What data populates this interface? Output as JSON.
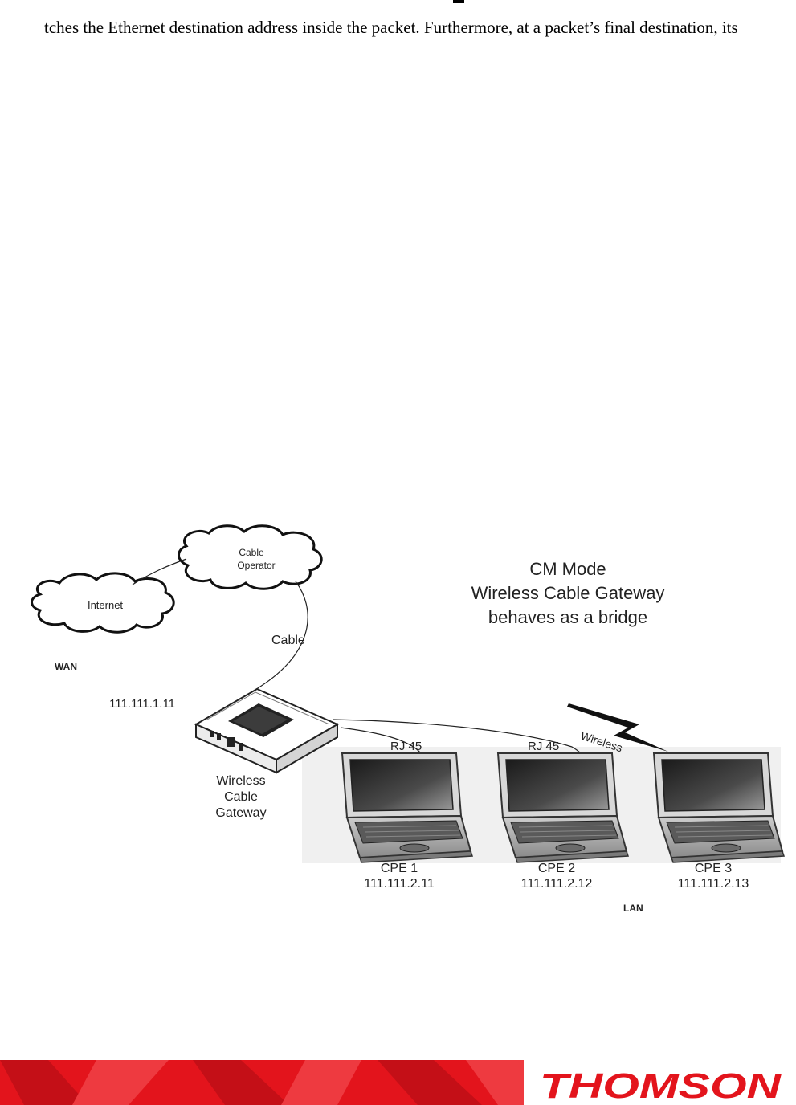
{
  "document": {
    "body_line": "tches the Ethernet destination address inside the packet. Furthermore, at a packet’s final destination, its"
  },
  "diagram": {
    "title_lines": [
      "CM Mode",
      "Wireless Cable Gateway",
      "behaves as a bridge"
    ],
    "internet_label": "Internet",
    "cable_operator_lines": [
      "Cable",
      "Operator"
    ],
    "cable_label": "Cable",
    "wan_label": "WAN",
    "lan_label": "LAN",
    "gateway_ip": "111.111.1.11",
    "gateway_lines": [
      "Wireless",
      "Cable",
      "Gateway"
    ],
    "rj45_label_1": "RJ 45",
    "rj45_label_2": "RJ 45",
    "wireless_label": "Wireless",
    "cpes": [
      {
        "name": "CPE 1",
        "ip": "111.111.2.11"
      },
      {
        "name": "CPE 2",
        "ip": "111.111.2.12"
      },
      {
        "name": "CPE 3",
        "ip": "111.111.2.13"
      }
    ]
  },
  "footer": {
    "brand": "THOMSON",
    "brand_color": "#e3141c"
  }
}
